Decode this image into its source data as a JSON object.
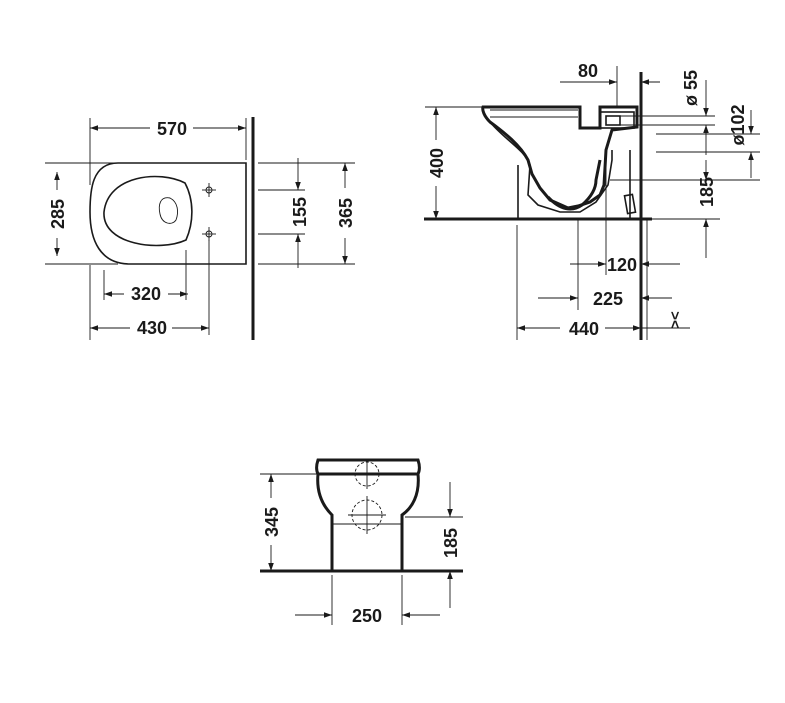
{
  "plan_view": {
    "dim_length": "570",
    "dim_width": "285",
    "dim_seat": "320",
    "dim_430": "430",
    "dim_155": "155",
    "dim_365": "365"
  },
  "side_view": {
    "dim_80": "80",
    "dim_d55": "ø 55",
    "dim_d102": "ø102",
    "dim_400": "400",
    "dim_185": "185",
    "dim_120": "120",
    "dim_225": "225",
    "dim_440": "440",
    "dim_gap": "><"
  },
  "front_view": {
    "dim_345": "345",
    "dim_185": "185",
    "dim_250": "250"
  }
}
